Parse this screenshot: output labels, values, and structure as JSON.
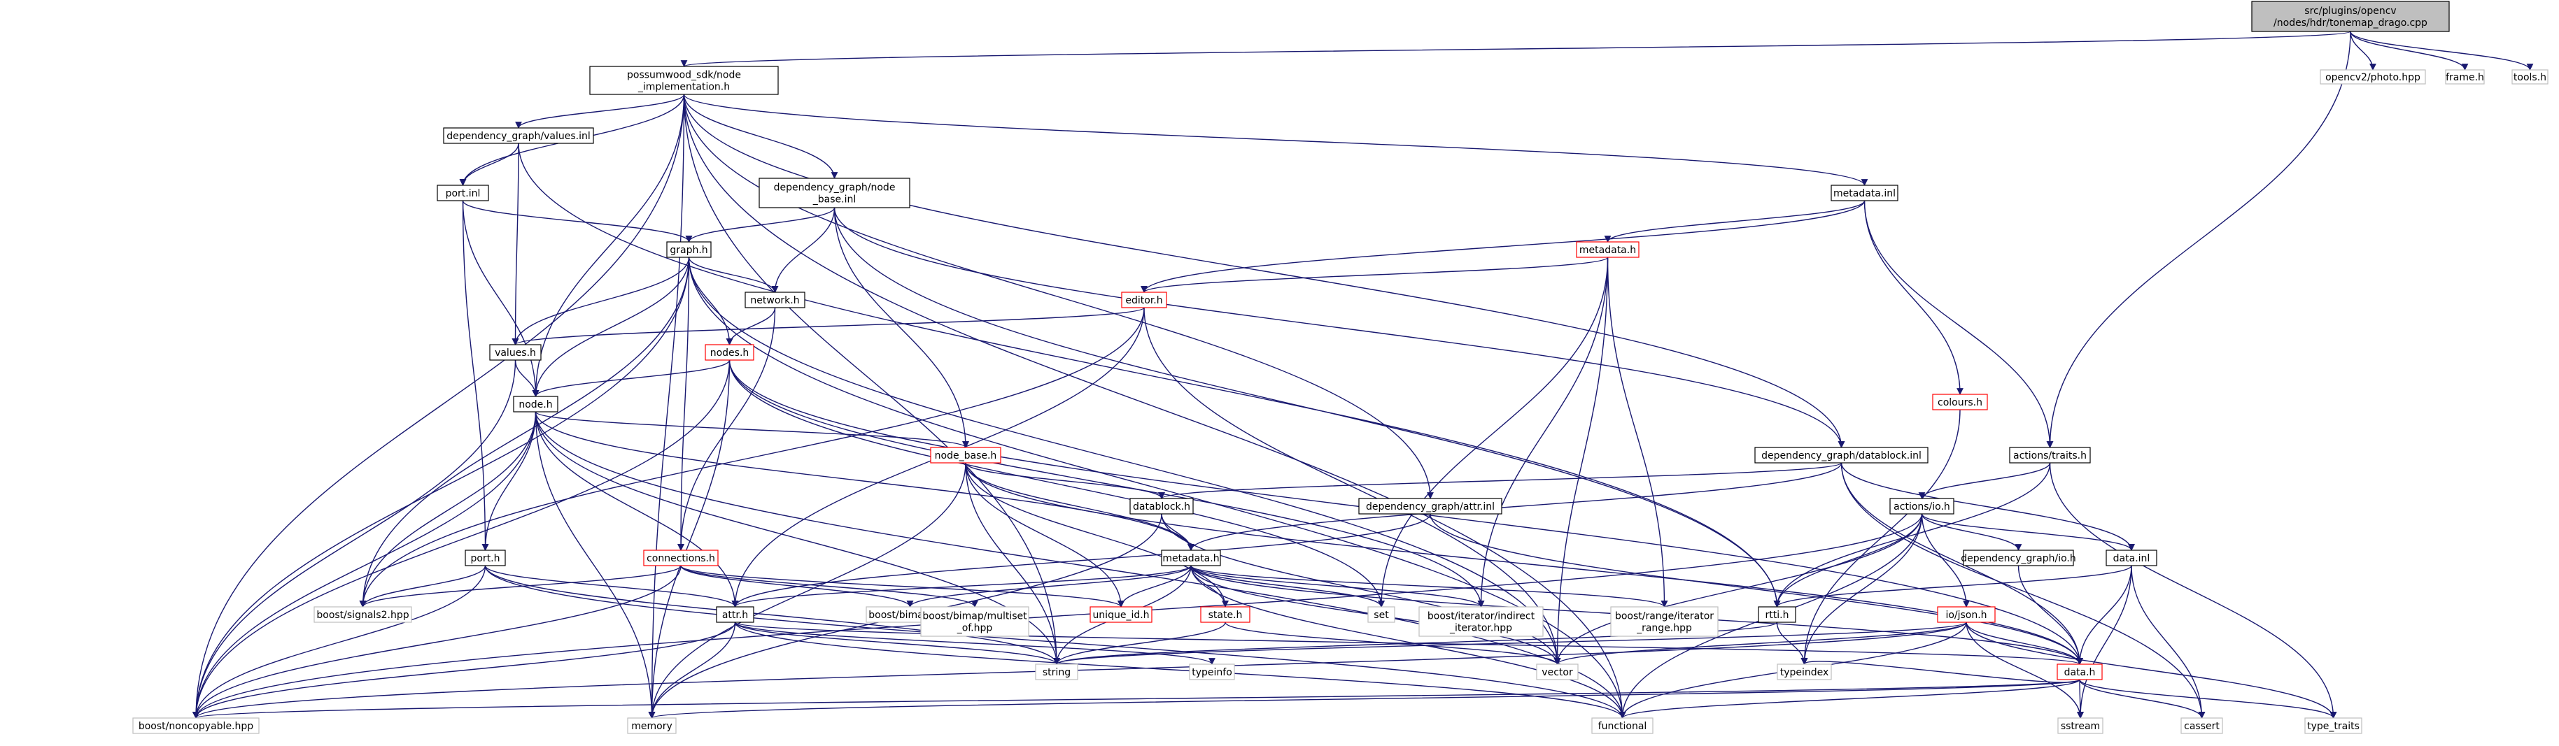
{
  "colors": {
    "edge": "#191970",
    "node_border_normal": "#000000",
    "node_border_broken": "#ff0000",
    "node_border_system": "#bfbfbf",
    "root_fill": "#bfbfbf",
    "node_fill": "#ffffff"
  },
  "nodes": [
    {
      "id": "root",
      "label": "src/plugins/opencv\n/nodes/hdr/tonemap_drago.cpp",
      "kind": "root"
    },
    {
      "id": "node_impl",
      "label": "possumwood_sdk/node\n_implementation.h",
      "kind": "normal"
    },
    {
      "id": "photo",
      "label": "opencv2/photo.hpp",
      "kind": "system"
    },
    {
      "id": "frame",
      "label": "frame.h",
      "kind": "system"
    },
    {
      "id": "tools",
      "label": "tools.h",
      "kind": "system"
    },
    {
      "id": "dg_values",
      "label": "dependency_graph/values.inl",
      "kind": "normal"
    },
    {
      "id": "port_inl",
      "label": "port.inl",
      "kind": "normal"
    },
    {
      "id": "dg_node_base",
      "label": "dependency_graph/node\n_base.inl",
      "kind": "normal"
    },
    {
      "id": "metadata_inl",
      "label": "metadata.inl",
      "kind": "normal"
    },
    {
      "id": "graph_h",
      "label": "graph.h",
      "kind": "normal"
    },
    {
      "id": "metadata_h1",
      "label": "metadata.h",
      "kind": "broken"
    },
    {
      "id": "network_h",
      "label": "network.h",
      "kind": "normal"
    },
    {
      "id": "editor_h",
      "label": "editor.h",
      "kind": "broken"
    },
    {
      "id": "values_h",
      "label": "values.h",
      "kind": "normal"
    },
    {
      "id": "nodes_h",
      "label": "nodes.h",
      "kind": "broken"
    },
    {
      "id": "colours_h",
      "label": "colours.h",
      "kind": "broken"
    },
    {
      "id": "node_h",
      "label": "node.h",
      "kind": "normal"
    },
    {
      "id": "node_base_h",
      "label": "node_base.h",
      "kind": "broken"
    },
    {
      "id": "dg_datablock",
      "label": "dependency_graph/datablock.inl",
      "kind": "normal"
    },
    {
      "id": "actions_traits",
      "label": "actions/traits.h",
      "kind": "normal"
    },
    {
      "id": "datablock_h",
      "label": "datablock.h",
      "kind": "normal"
    },
    {
      "id": "dg_attr",
      "label": "dependency_graph/attr.inl",
      "kind": "normal"
    },
    {
      "id": "actions_io",
      "label": "actions/io.h",
      "kind": "normal"
    },
    {
      "id": "port_h",
      "label": "port.h",
      "kind": "normal"
    },
    {
      "id": "connections_h",
      "label": "connections.h",
      "kind": "broken"
    },
    {
      "id": "metadata_h2",
      "label": "metadata.h",
      "kind": "normal"
    },
    {
      "id": "dg_io",
      "label": "dependency_graph/io.h",
      "kind": "normal"
    },
    {
      "id": "data_inl",
      "label": "data.inl",
      "kind": "normal"
    },
    {
      "id": "signals2",
      "label": "boost/signals2.hpp",
      "kind": "system"
    },
    {
      "id": "attr_h",
      "label": "attr.h",
      "kind": "normal"
    },
    {
      "id": "bimap",
      "label": "boost/bimap.hpp",
      "kind": "system"
    },
    {
      "id": "multiset",
      "label": "boost/bimap/multiset\n_of.hpp",
      "kind": "system"
    },
    {
      "id": "unique_id",
      "label": "unique_id.h",
      "kind": "broken"
    },
    {
      "id": "state_h",
      "label": "state.h",
      "kind": "broken"
    },
    {
      "id": "set",
      "label": "set",
      "kind": "system"
    },
    {
      "id": "indirect_iter",
      "label": "boost/iterator/indirect\n_iterator.hpp",
      "kind": "system"
    },
    {
      "id": "range_iter",
      "label": "boost/range/iterator\n_range.hpp",
      "kind": "system"
    },
    {
      "id": "rtti_h",
      "label": "rtti.h",
      "kind": "normal"
    },
    {
      "id": "io_json",
      "label": "io/json.h",
      "kind": "broken"
    },
    {
      "id": "data_h",
      "label": "data.h",
      "kind": "broken"
    },
    {
      "id": "string",
      "label": "string",
      "kind": "system"
    },
    {
      "id": "typeinfo",
      "label": "typeinfo",
      "kind": "system"
    },
    {
      "id": "vector",
      "label": "vector",
      "kind": "system"
    },
    {
      "id": "typeindex",
      "label": "typeindex",
      "kind": "system"
    },
    {
      "id": "noncopyable",
      "label": "boost/noncopyable.hpp",
      "kind": "system"
    },
    {
      "id": "memory",
      "label": "memory",
      "kind": "system"
    },
    {
      "id": "functional",
      "label": "functional",
      "kind": "system"
    },
    {
      "id": "sstream",
      "label": "sstream",
      "kind": "system"
    },
    {
      "id": "cassert",
      "label": "cassert",
      "kind": "system"
    },
    {
      "id": "type_traits",
      "label": "type_traits",
      "kind": "system"
    }
  ],
  "edges": [
    [
      "root",
      "node_impl"
    ],
    [
      "root",
      "photo"
    ],
    [
      "root",
      "frame"
    ],
    [
      "root",
      "tools"
    ],
    [
      "root",
      "actions_traits"
    ],
    [
      "node_impl",
      "dg_values"
    ],
    [
      "node_impl",
      "port_inl"
    ],
    [
      "node_impl",
      "dg_node_base"
    ],
    [
      "node_impl",
      "metadata_inl"
    ],
    [
      "node_impl",
      "dg_datablock"
    ],
    [
      "node_impl",
      "dg_attr"
    ],
    [
      "node_impl",
      "node_h"
    ],
    [
      "node_impl",
      "noncopyable"
    ],
    [
      "node_impl",
      "memory"
    ],
    [
      "node_impl",
      "string"
    ],
    [
      "node_impl",
      "functional"
    ],
    [
      "dg_values",
      "values_h"
    ],
    [
      "dg_values",
      "port_inl"
    ],
    [
      "dg_values",
      "rtti_h"
    ],
    [
      "port_inl",
      "graph_h"
    ],
    [
      "port_inl",
      "node_h"
    ],
    [
      "port_inl",
      "port_h"
    ],
    [
      "dg_node_base",
      "graph_h"
    ],
    [
      "dg_node_base",
      "network_h"
    ],
    [
      "dg_node_base",
      "node_base_h"
    ],
    [
      "dg_node_base",
      "dg_datablock"
    ],
    [
      "dg_node_base",
      "rtti_h"
    ],
    [
      "metadata_inl",
      "metadata_h1"
    ],
    [
      "metadata_inl",
      "editor_h"
    ],
    [
      "metadata_inl",
      "colours_h"
    ],
    [
      "metadata_inl",
      "actions_traits"
    ],
    [
      "graph_h",
      "network_h"
    ],
    [
      "graph_h",
      "nodes_h"
    ],
    [
      "graph_h",
      "node_h"
    ],
    [
      "graph_h",
      "connections_h"
    ],
    [
      "graph_h",
      "signals2"
    ],
    [
      "graph_h",
      "noncopyable"
    ],
    [
      "graph_h",
      "values_h"
    ],
    [
      "graph_h",
      "vector"
    ],
    [
      "graph_h",
      "functional"
    ],
    [
      "metadata_h1",
      "editor_h"
    ],
    [
      "metadata_h1",
      "set"
    ],
    [
      "metadata_h1",
      "indirect_iter"
    ],
    [
      "metadata_h1",
      "range_iter"
    ],
    [
      "metadata_h1",
      "vector"
    ],
    [
      "network_h",
      "nodes_h"
    ],
    [
      "network_h",
      "connections_h"
    ],
    [
      "editor_h",
      "values_h"
    ],
    [
      "editor_h",
      "attr_h"
    ],
    [
      "editor_h",
      "vector"
    ],
    [
      "editor_h",
      "signals2"
    ],
    [
      "values_h",
      "node_h"
    ],
    [
      "values_h",
      "noncopyable"
    ],
    [
      "nodes_h",
      "node_h"
    ],
    [
      "nodes_h",
      "noncopyable"
    ],
    [
      "nodes_h",
      "indirect_iter"
    ],
    [
      "nodes_h",
      "data_h"
    ],
    [
      "nodes_h",
      "memory"
    ],
    [
      "nodes_h",
      "set"
    ],
    [
      "colours_h",
      "typeindex"
    ],
    [
      "node_h",
      "node_base_h"
    ],
    [
      "node_h",
      "port_h"
    ],
    [
      "node_h",
      "attr_h"
    ],
    [
      "node_h",
      "metadata_h2"
    ],
    [
      "node_h",
      "signals2"
    ],
    [
      "node_h",
      "noncopyable"
    ],
    [
      "node_h",
      "memory"
    ],
    [
      "node_h",
      "functional"
    ],
    [
      "node_h",
      "string"
    ],
    [
      "node_base_h",
      "datablock_h"
    ],
    [
      "node_base_h",
      "metadata_h2"
    ],
    [
      "node_base_h",
      "unique_id"
    ],
    [
      "node_base_h",
      "state_h"
    ],
    [
      "node_base_h",
      "memory"
    ],
    [
      "node_base_h",
      "string"
    ],
    [
      "node_base_h",
      "data_h"
    ],
    [
      "dg_datablock",
      "datablock_h"
    ],
    [
      "dg_datablock",
      "data_inl"
    ],
    [
      "dg_datablock",
      "metadata_h2"
    ],
    [
      "dg_datablock",
      "data_h"
    ],
    [
      "dg_datablock",
      "cassert"
    ],
    [
      "actions_traits",
      "actions_io"
    ],
    [
      "actions_traits",
      "type_traits"
    ],
    [
      "actions_traits",
      "rtti_h"
    ],
    [
      "datablock_h",
      "metadata_h2"
    ],
    [
      "datablock_h",
      "memory"
    ],
    [
      "datablock_h",
      "vector"
    ],
    [
      "dg_attr",
      "attr_h"
    ],
    [
      "dg_attr",
      "data_h"
    ],
    [
      "actions_io",
      "dg_io"
    ],
    [
      "actions_io",
      "data_inl"
    ],
    [
      "actions_io",
      "io_json"
    ],
    [
      "actions_io",
      "rtti_h"
    ],
    [
      "actions_io",
      "noncopyable"
    ],
    [
      "actions_io",
      "typeindex"
    ],
    [
      "actions_io",
      "functional"
    ],
    [
      "actions_io",
      "vector"
    ],
    [
      "port_h",
      "signals2"
    ],
    [
      "port_h",
      "attr_h"
    ],
    [
      "port_h",
      "noncopyable"
    ],
    [
      "port_h",
      "functional"
    ],
    [
      "port_h",
      "string"
    ],
    [
      "connections_h",
      "bimap"
    ],
    [
      "connections_h",
      "multiset"
    ],
    [
      "connections_h",
      "signals2"
    ],
    [
      "connections_h",
      "unique_id"
    ],
    [
      "connections_h",
      "noncopyable"
    ],
    [
      "metadata_h2",
      "attr_h"
    ],
    [
      "metadata_h2",
      "bimap"
    ],
    [
      "metadata_h2",
      "unique_id"
    ],
    [
      "metadata_h2",
      "state_h"
    ],
    [
      "metadata_h2",
      "set"
    ],
    [
      "metadata_h2",
      "indirect_iter"
    ],
    [
      "metadata_h2",
      "range_iter"
    ],
    [
      "metadata_h2",
      "data_h"
    ],
    [
      "metadata_h2",
      "string"
    ],
    [
      "metadata_h2",
      "vector"
    ],
    [
      "metadata_h2",
      "functional"
    ],
    [
      "dg_io",
      "data_h"
    ],
    [
      "data_inl",
      "rtti_h"
    ],
    [
      "data_inl",
      "data_h"
    ],
    [
      "data_inl",
      "sstream"
    ],
    [
      "data_inl",
      "cassert"
    ],
    [
      "attr_h",
      "string"
    ],
    [
      "attr_h",
      "typeinfo"
    ],
    [
      "attr_h",
      "memory"
    ],
    [
      "attr_h",
      "noncopyable"
    ],
    [
      "attr_h",
      "data_h"
    ],
    [
      "attr_h",
      "functional"
    ],
    [
      "state_h",
      "string"
    ],
    [
      "state_h",
      "vector"
    ],
    [
      "rtti_h",
      "typeindex"
    ],
    [
      "rtti_h",
      "string"
    ],
    [
      "io_json",
      "data_h"
    ],
    [
      "io_json",
      "functional"
    ],
    [
      "io_json",
      "string"
    ],
    [
      "io_json",
      "sstream"
    ],
    [
      "io_json",
      "vector"
    ],
    [
      "io_json",
      "noncopyable"
    ],
    [
      "io_json",
      "type_traits"
    ],
    [
      "data_h",
      "typeindex"
    ],
    [
      "data_h",
      "memory"
    ],
    [
      "data_h",
      "functional"
    ],
    [
      "data_h",
      "sstream"
    ],
    [
      "data_h",
      "cassert"
    ],
    [
      "data_h",
      "type_traits"
    ],
    [
      "data_h",
      "noncopyable"
    ]
  ]
}
